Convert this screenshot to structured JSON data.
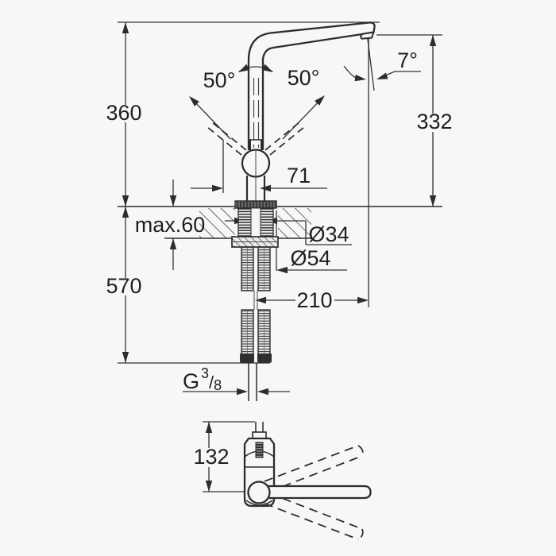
{
  "meta": {
    "type": "technical-dimension-drawing",
    "subject": "single-lever kitchen faucet with high L-spout, front view with mounting section and handle top view",
    "units": "mm",
    "line_color": "#2d2d2d",
    "background_color": "#f7f7f7"
  },
  "dimensions": {
    "overall_height": "360",
    "height_to_spout_outlet": "332",
    "hose_length": "570",
    "max_counter_thickness": "max.60",
    "spout_swivel_left": "50°",
    "spout_swivel_right": "50°",
    "outlet_angle": "7°",
    "body_to_spout_offset": "71",
    "shank_diameter": "Ø34",
    "base_diameter": "Ø54",
    "spout_reach": "210",
    "handle_zone_height": "132",
    "thread_letter": "G",
    "thread_numerator": "3",
    "thread_slash": "/",
    "thread_denominator": "8"
  }
}
